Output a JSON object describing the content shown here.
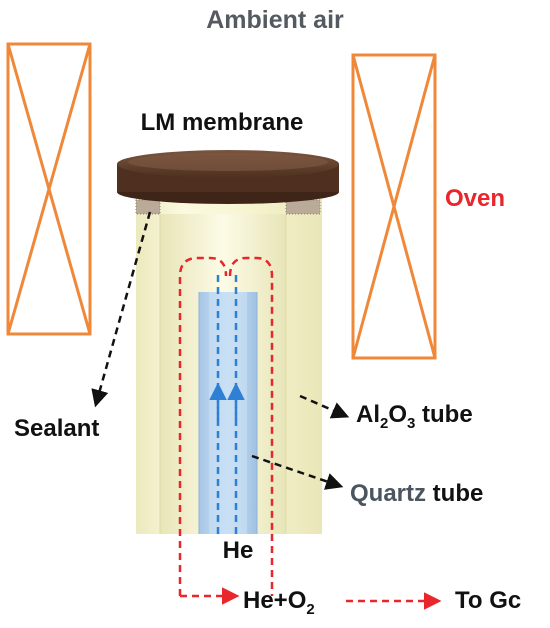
{
  "labels": {
    "ambient_air": "Ambient air",
    "lm_membrane": "LM membrane",
    "oven": "Oven",
    "sealant": "Sealant",
    "al2o3_prefix": "Al",
    "al2o3_sub1": "2",
    "al2o3_mid": "O",
    "al2o3_sub2": "3",
    "al2o3_suffix": " tube",
    "quartz_word": "Quartz",
    "quartz_suffix": " tube",
    "he": "He",
    "he_o2_prefix": "He+O",
    "he_o2_sub": "2",
    "to_gc": "To Gc"
  },
  "colors": {
    "oven_frame": "#f0883a",
    "oven_label": "#e8262b",
    "membrane_top": "#6d4a36",
    "membrane_side": "#3f2517",
    "alumina_tube": "#f9f7d3",
    "quartz_tube": "#b3d3ee",
    "he_flow": "#2f7fd4",
    "o2_flow": "#e8262b",
    "ambient_text": "#555a60",
    "quartz_text": "#4a5560",
    "text": "#111111"
  }
}
